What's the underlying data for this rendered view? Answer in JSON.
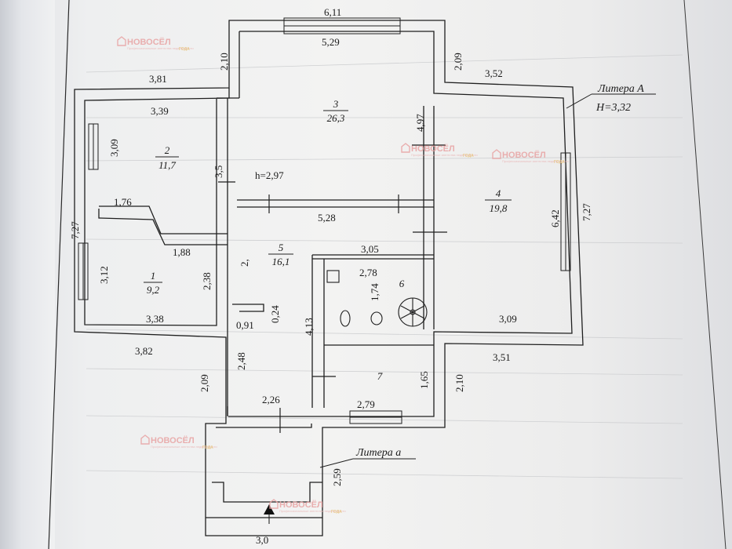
{
  "watermark": {
    "brand": "НОВОСЁЛ",
    "sub": "Профессиональные агентства недвижимости",
    "year": "ГОДА"
  },
  "literas": {
    "main": "Литера А",
    "main_height": "H=3,32",
    "annex": "Литера а"
  },
  "ceiling_label": "h=2,97",
  "rooms": [
    {
      "number": "1",
      "area": "9,2"
    },
    {
      "number": "2",
      "area": "11,7"
    },
    {
      "number": "3",
      "area": "26,3"
    },
    {
      "number": "4",
      "area": "19,8"
    },
    {
      "number": "5",
      "area": "16,1"
    },
    {
      "number": "6",
      "area": ""
    },
    {
      "number": "7",
      "area": ""
    }
  ],
  "dimensions": [
    "6,11",
    "5,29",
    "2,10",
    "2,09",
    "3,81",
    "3,52",
    "3,39",
    "4,97",
    "3,09",
    "3,5",
    "5,28",
    "1,76",
    "7,27",
    "6,42",
    "7,27",
    "1,88",
    "3,12",
    "2,38",
    "2,",
    "3,05",
    "2,78",
    "1,74",
    "0,24",
    "4,13",
    "3,38",
    "0,91",
    "3,09",
    "3,82",
    "2,48",
    "3,51",
    "1,65",
    "2,09",
    "2,10",
    "2,26",
    "2,79",
    "2,59",
    "3,0"
  ]
}
